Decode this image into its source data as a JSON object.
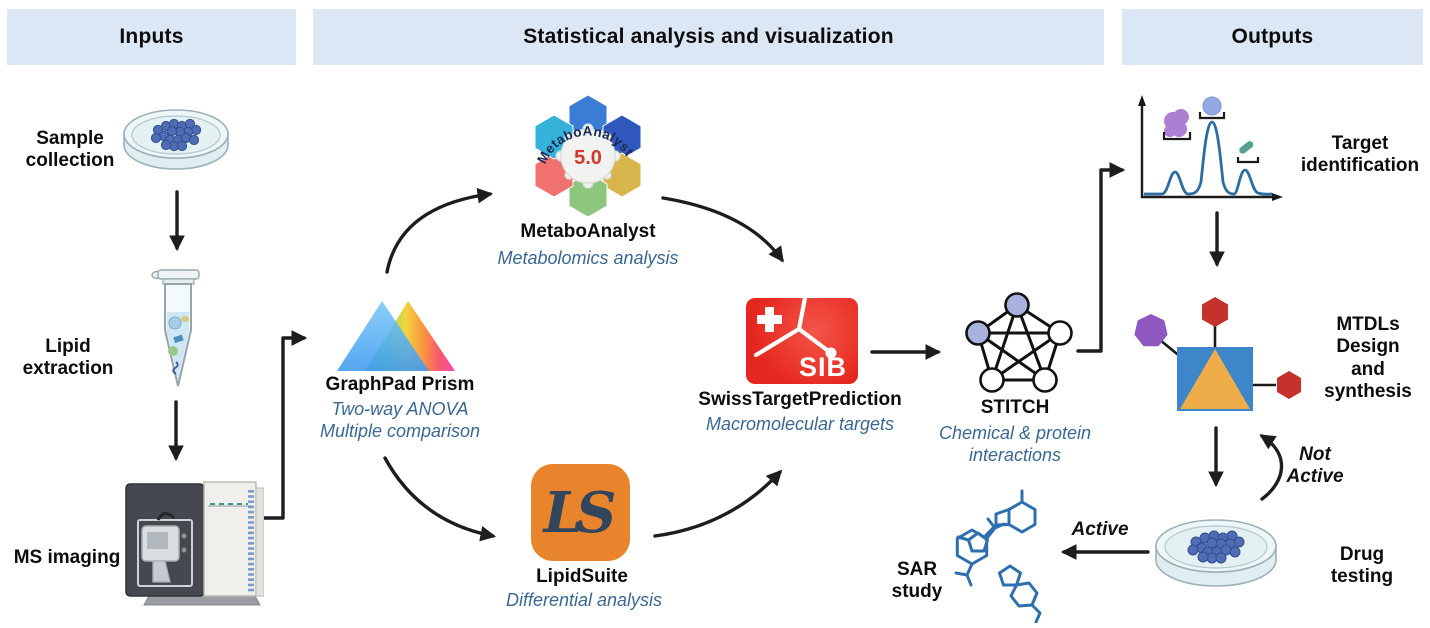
{
  "headers": {
    "inputs": "Inputs",
    "analysis": "Statistical analysis and visualization",
    "outputs": "Outputs"
  },
  "inputs": {
    "sample_collection": "Sample collection",
    "lipid_extraction": "Lipid extraction",
    "ms_imaging": "MS imaging"
  },
  "tools": {
    "graphpad": {
      "name": "GraphPad Prism",
      "subtitle": "Two-way ANOVA\nMultiple comparison"
    },
    "metaboanalyst": {
      "name": "MetaboAnalyst",
      "subtitle": "Metabolomics analysis",
      "logo_text": "MetaboAnalyst",
      "logo_version": "5.0"
    },
    "lipidsuite": {
      "name": "LipidSuite",
      "subtitle": "Differential analysis",
      "logo_text": "LS"
    },
    "swisstargetprediction": {
      "name": "SwissTargetPrediction",
      "subtitle": "Macromolecular targets",
      "logo_text": "SIB"
    },
    "stitch": {
      "name": "STITCH",
      "subtitle": "Chemical & protein\ninteractions"
    }
  },
  "outputs": {
    "target_identification": "Target identification",
    "mtdls": "MTDLs Design and synthesis",
    "drug_testing": "Drug testing",
    "sar_study": "SAR study"
  },
  "annotations": {
    "not_active": "Not Active",
    "active": "Active"
  },
  "colors": {
    "banner_bg": "#dbe7f5",
    "subtitle_text": "#3a6890",
    "arrow": "#1d1d1d",
    "lipidsuite_orange": "#e8842b",
    "swiss_red": "#e5271f",
    "stitch_node_fill": "#a9b2de",
    "mtdl_blue": "#3e86ca",
    "mtdl_triangle_orange": "#eead49",
    "mtdl_purple": "#8e58c0",
    "mtdl_red": "#c5312b",
    "molecule_blue": "#2e6fad",
    "chromatogram_blue": "#2e6da0",
    "cell_blue": "#4f6cb4",
    "metaboanalyst_version_red": "#d7352c"
  }
}
